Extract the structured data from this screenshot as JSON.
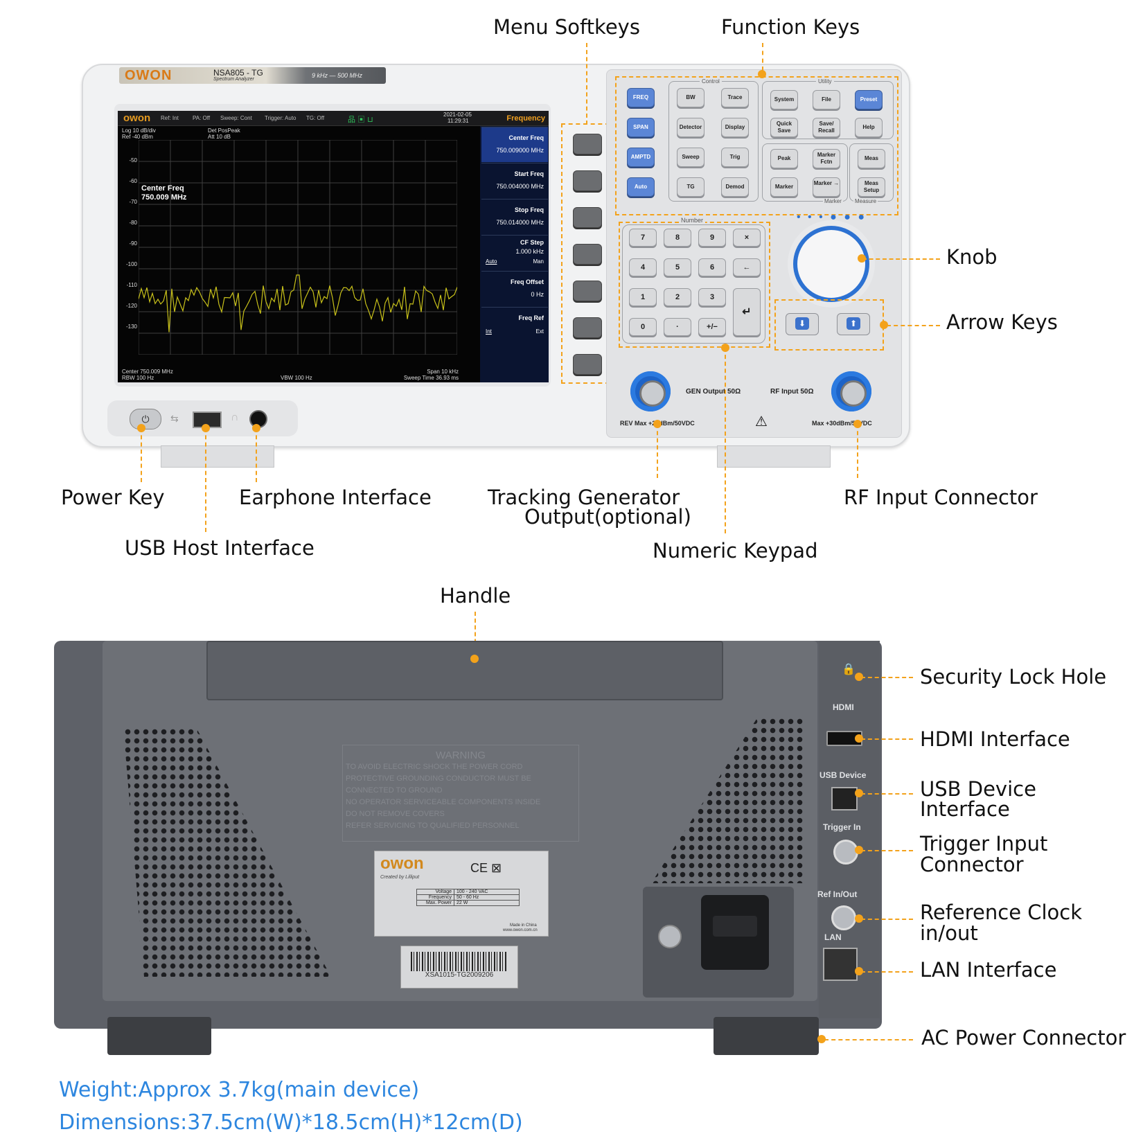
{
  "front": {
    "brand": "OWON",
    "model": "NSA805 - TG",
    "model_sub": "Spectrum Analyzer",
    "range": "9 kHz — 500 MHz",
    "screen": {
      "logo": "owon",
      "status": [
        "Ref: Int",
        "PA: Off",
        "Sweep: Cont",
        "Trigger: Auto",
        "TG: Off"
      ],
      "date": "2021-02-05",
      "time": "11:29:31",
      "menu_title": "Frequency",
      "info_left_1": "Log 10 dB/div",
      "info_left_2": "Ref -40 dBm",
      "info_mid_1": "Det PosPeak",
      "info_mid_2": "Att 10 dB",
      "y_ticks": [
        "-50",
        "-60",
        "-70",
        "-80",
        "-90",
        "-100",
        "-110",
        "-120",
        "-130"
      ],
      "marker_label": "Center Freq",
      "marker_value": "750.009 MHz",
      "bottom_left_1": "Center 750.009 MHz",
      "bottom_left_2": "RBW 100 Hz",
      "bottom_mid": "VBW 100 Hz",
      "bottom_right_1": "Span 10 kHz",
      "bottom_right_2": "Sweep Time 36.93 ms",
      "menu": [
        {
          "title": "Center Freq",
          "value": "750.009000 MHz"
        },
        {
          "title": "Start Freq",
          "value": "750.004000 MHz"
        },
        {
          "title": "Stop Freq",
          "value": "750.014000 MHz"
        },
        {
          "title": "CF Step",
          "value": "1.000 kHz",
          "opt_left": "Auto",
          "opt_right": "Man"
        },
        {
          "title": "Freq Offset",
          "value": "0 Hz"
        },
        {
          "title": "Freq Ref",
          "value": "",
          "opt_left": "Int",
          "opt_right": "Ext"
        }
      ]
    },
    "keys": {
      "left": [
        "FREQ",
        "SPAN",
        "AMPTD",
        "Auto"
      ],
      "control_label": "Control",
      "control": [
        "BW",
        "Trace",
        "Detector",
        "Display",
        "Sweep",
        "Trig",
        "TG",
        "Demod"
      ],
      "utility_label": "Utility",
      "utility": [
        "System",
        "File",
        "Preset",
        "Quick Save",
        "Save/ Recall",
        "Help"
      ],
      "marker_keys": [
        "Peak",
        "Marker Fctn",
        "Marker",
        "Marker →"
      ],
      "measure_keys": [
        "Meas",
        "Meas Setup"
      ],
      "marker_label": "Marker",
      "measure_label": "Measure",
      "number_label": "Number",
      "numpad": [
        "7",
        "8",
        "9",
        "×",
        "4",
        "5",
        "6",
        "←",
        "1",
        "2",
        "3",
        "0",
        "·",
        "+/−"
      ],
      "enter": "↵"
    },
    "gen_output": "GEN Output 50Ω",
    "rf_input": "RF Input 50Ω",
    "rev_max": "REV Max +20dBm/50VDC",
    "rf_max": "Max +30dBm/50VDC"
  },
  "callouts": {
    "menu_softkeys": "Menu Softkeys",
    "function_keys": "Function Keys",
    "knob": "Knob",
    "arrow_keys": "Arrow Keys",
    "power_key": "Power Key",
    "earphone": "Earphone Interface",
    "usb_host": "USB Host Interface",
    "tracking_1": "Tracking Generator",
    "tracking_2": "Output(optional)",
    "rf_input_connector": "RF Input Connector",
    "numeric_keypad": "Numeric Keypad",
    "handle": "Handle",
    "security": "Security Lock Hole",
    "hdmi": "HDMI Interface",
    "usb_device_1": "USB Device",
    "usb_device_2": "Interface",
    "trigger_1": "Trigger Input",
    "trigger_2": "Connector",
    "ref_clock_1": "Reference Clock",
    "ref_clock_2": "in/out",
    "lan": "LAN Interface",
    "ac_power": "AC Power Connector"
  },
  "back": {
    "warning_title": "WARNING",
    "warning_lines": [
      "TO AVOID ELECTRIC SHOCK THE POWER CORD",
      "PROTECTIVE GROUNDING CONDUCTOR MUST BE",
      "CONNECTED TO GROUND",
      "NO OPERATOR SERVICEABLE COMPONENTS INSIDE",
      "DO NOT REMOVE COVERS",
      "REFER SERVICING TO QUALIFIED PERSONNEL"
    ],
    "brand": "owon",
    "brand_sub": "Created by Lilliput",
    "marks": "CE ⊠",
    "specs": [
      {
        "k": "Voltage",
        "v": "100 - 240 VAC"
      },
      {
        "k": "Frequency",
        "v": "50 - 60 Hz"
      },
      {
        "k": "Max. Power",
        "v": "22 W"
      }
    ],
    "made_in": "Made in China",
    "website": "www.owon.com.cn",
    "serial": "XSA1015-TG2009206",
    "port_hdmi": "HDMI",
    "port_usb": "USB Device",
    "port_trigger": "Trigger In",
    "port_ref": "Ref In/Out",
    "port_lan": "LAN"
  },
  "footer": {
    "weight": "Weight:Approx 3.7kg(main device)",
    "dimensions": "Dimensions:37.5cm(W)*18.5cm(H)*12cm(D)"
  },
  "colors": {
    "callout_line": "#f3a21b",
    "footer_text": "#2d86df",
    "trace": "#c9c21a",
    "menu_accent": "#f0a020"
  }
}
